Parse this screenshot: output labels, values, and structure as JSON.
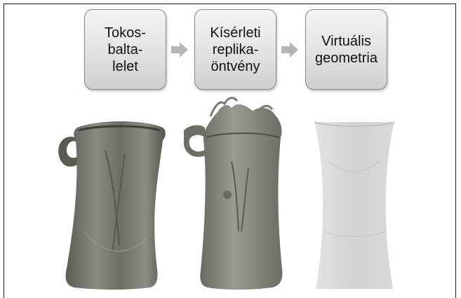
{
  "steps": [
    {
      "label": "Tokos-\nbalta-\nlelet"
    },
    {
      "label": "Kísérleti\nreplika-\nöntvény"
    },
    {
      "label": "Virtuális\ngeometria"
    }
  ],
  "colors": {
    "box_top": "#f4f4f4",
    "box_bottom": "#cfcfcf",
    "arrow": "#b5b5b5",
    "axe_dark": "#4a4a44",
    "axe_mid": "#7d7d74",
    "replica": "#8a8a80",
    "virtual": "#cfcfcf"
  }
}
